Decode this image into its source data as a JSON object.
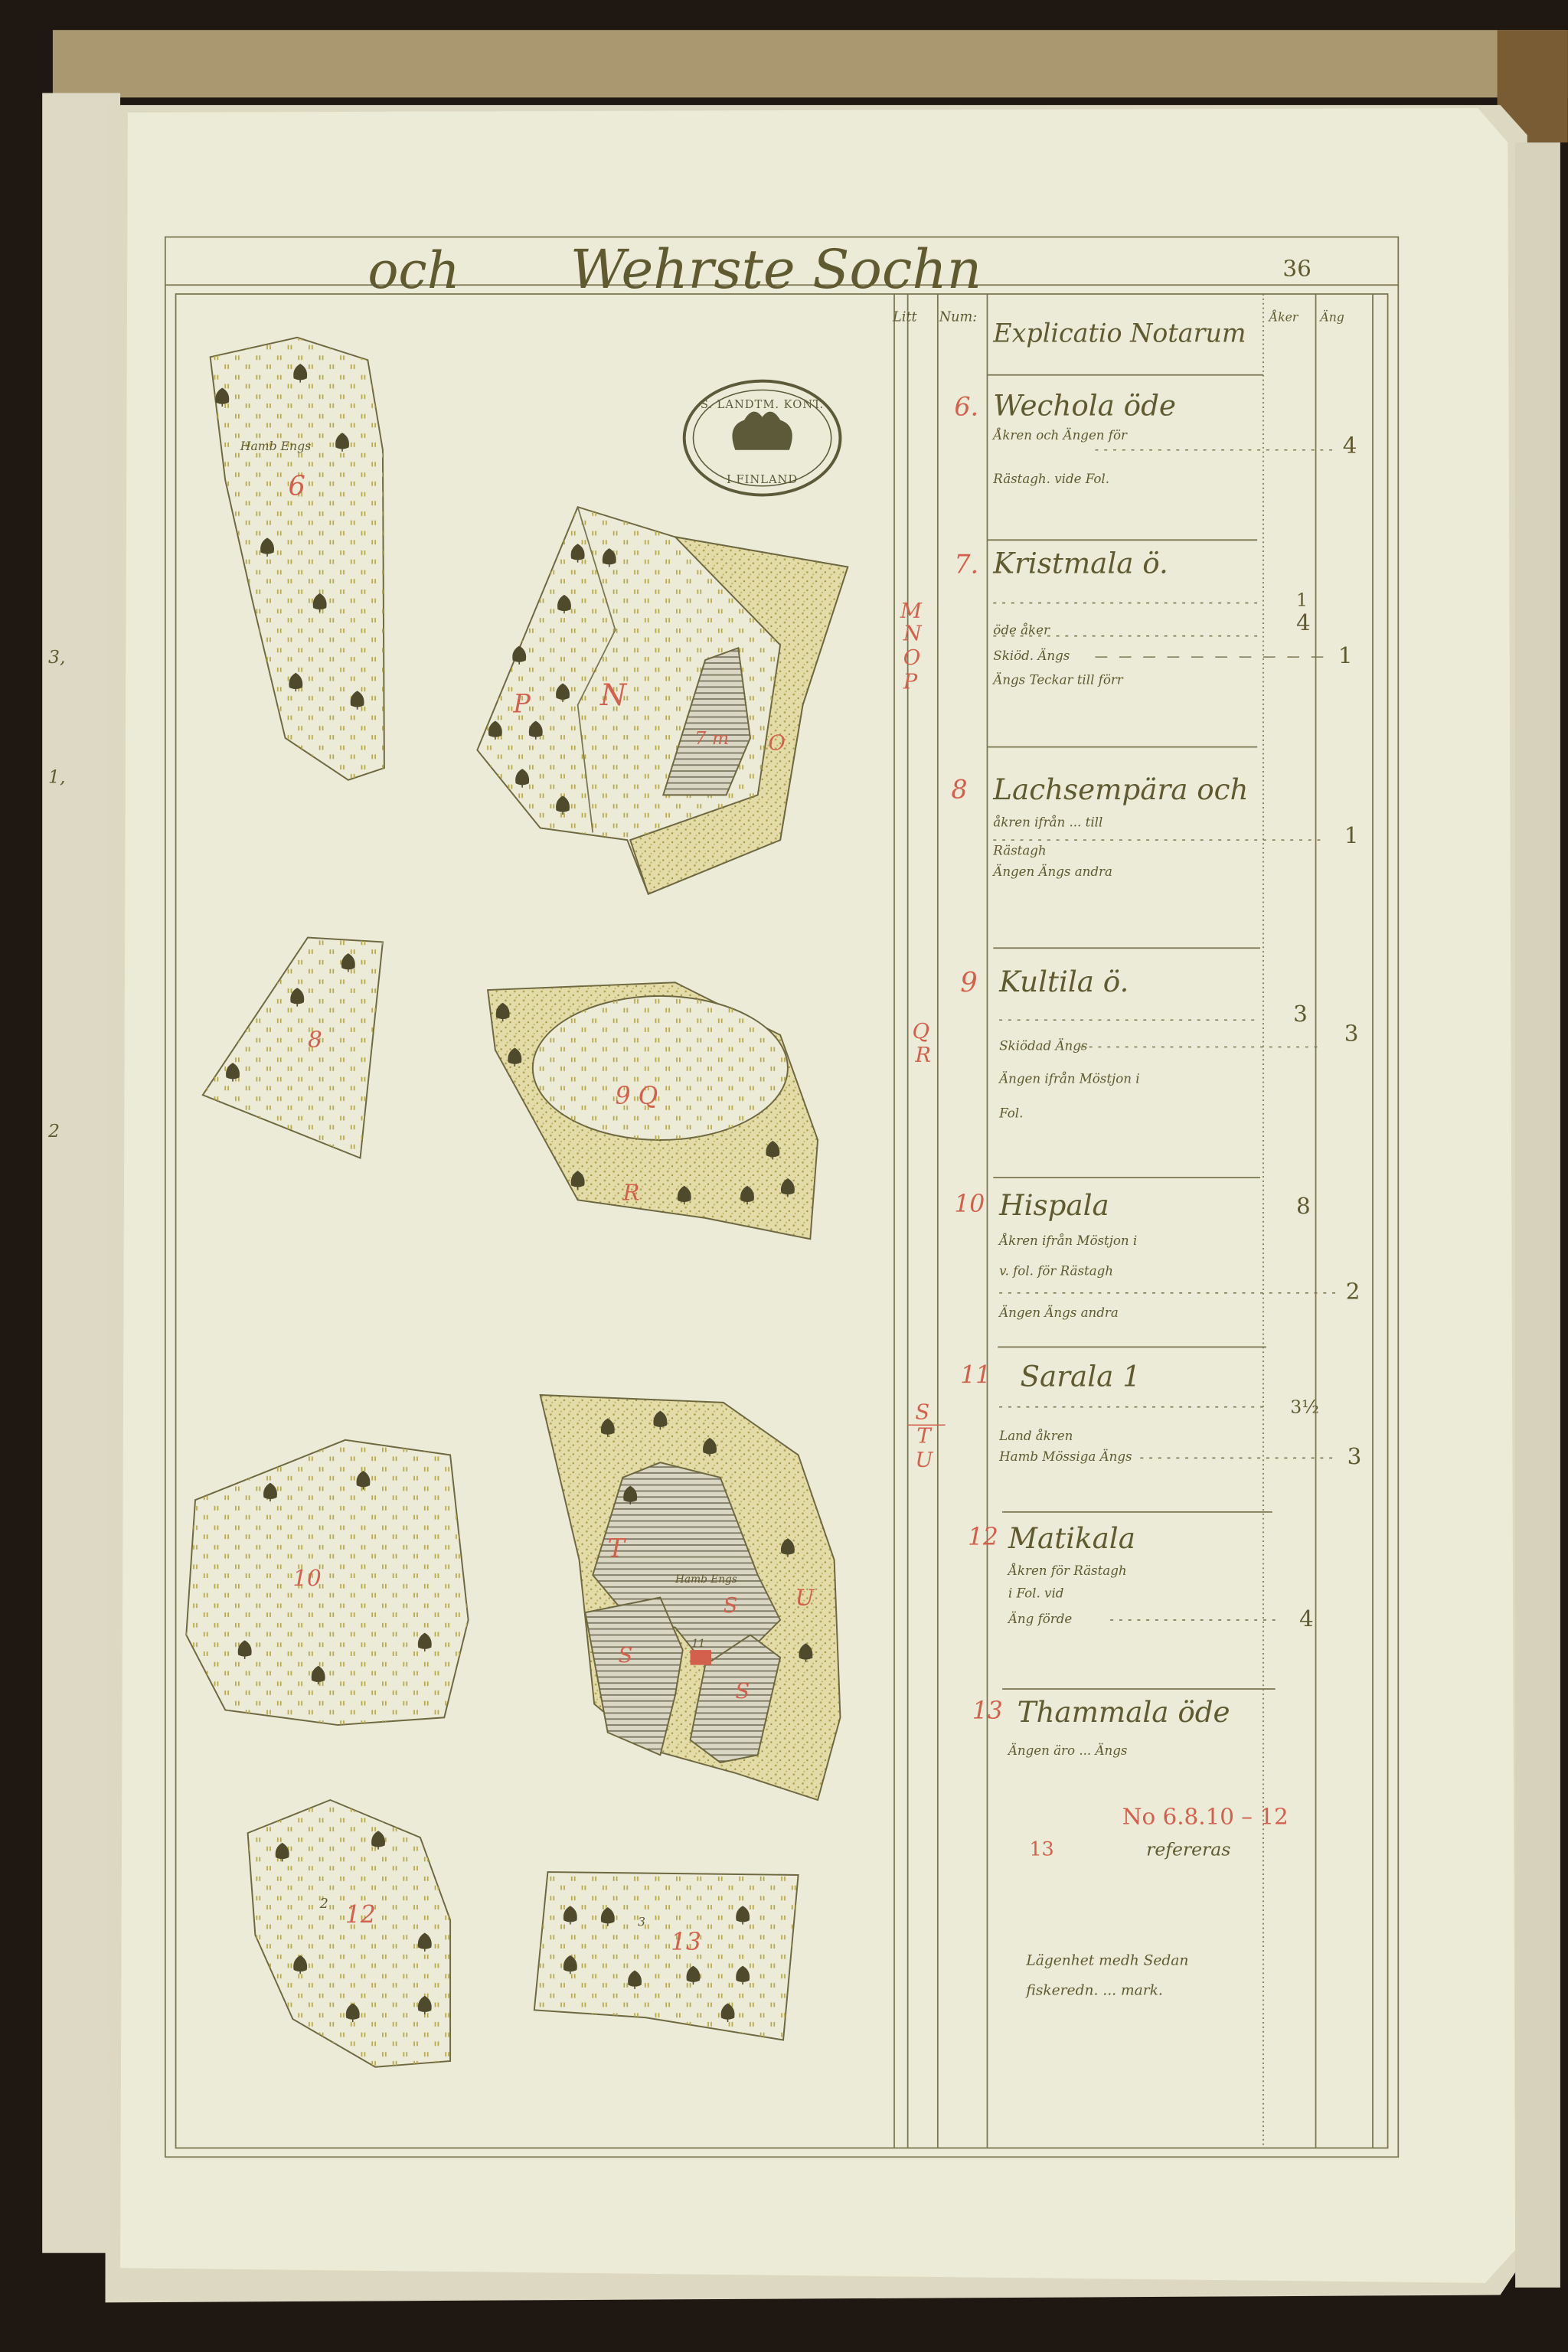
{
  "header": {
    "title_prefix": "och",
    "title_name": "Wehrste Sochn",
    "page_number": "36"
  },
  "stamp": {
    "top_text": "S. LANDTM. KONT.",
    "bottom_text": "I FINLAND"
  },
  "table": {
    "headers": {
      "litt": "Litt",
      "num": "Num:",
      "explicatio": "Explicatio Notarum",
      "col_a": "Åker",
      "col_b": "Äng"
    },
    "entries": [
      {
        "num": "6.",
        "name": "Wechola öde",
        "lines": [
          "Åkren och Ängen för",
          "Rästagh. vide Fol."
        ],
        "letters": [],
        "col_a": [],
        "col_b": [
          "4"
        ]
      },
      {
        "num": "7.",
        "name": "Kristmala ö.",
        "lines": [
          "öde åker",
          "Skiöd. Ängs",
          "Ängs Teckar till förr"
        ],
        "letters": [
          "M",
          "N",
          "O",
          "P"
        ],
        "col_a": [
          "1",
          "4"
        ],
        "col_b": [
          "1"
        ]
      },
      {
        "num": "8",
        "name": "Lachsempära och",
        "lines": [
          "åkren ifrån ... till",
          "Rästagh",
          "Ängen Ängs andra"
        ],
        "letters": [],
        "col_a": [],
        "col_b": [
          "1"
        ]
      },
      {
        "num": "9",
        "name": "Kultila ö.",
        "lines": [
          "Skiödad Ängs",
          "Ängen ifrån Möstjon i",
          "Fol."
        ],
        "letters": [
          "Q",
          "R"
        ],
        "col_a": [
          "3"
        ],
        "col_b": [
          "3"
        ]
      },
      {
        "num": "10",
        "name": "Hispala",
        "lines": [
          "Åkren ifrån Möstjon i",
          "v. fol.       för Rästagh",
          "Ängen Ängs andra"
        ],
        "letters": [],
        "col_a": [
          "8"
        ],
        "col_b": [
          "2"
        ]
      },
      {
        "num": "11",
        "name": "Sarala 1",
        "lines": [
          "Land åkren",
          "Hamb Mössiga Ängs"
        ],
        "letters": [
          "S",
          "T",
          "U"
        ],
        "col_a": [
          "3½"
        ],
        "col_b": [
          "3"
        ]
      },
      {
        "num": "12",
        "name": "Matikala",
        "lines": [
          "Åkren för Rästagh",
          "i Fol. vid",
          "Äng förde"
        ],
        "letters": [],
        "col_a": [
          "4"
        ],
        "col_b": []
      },
      {
        "num": "13",
        "name": "Thammala öde",
        "lines": [
          "Ängen äro ... Ängs"
        ],
        "ref_label": "No 6.8.10 – 12",
        "ref_num": "13",
        "ref_word": "refereras",
        "closing": [
          "Lägenhet medh Sedan",
          "fiskeredn. ... mark."
        ],
        "letters": [],
        "col_a": [],
        "col_b": []
      }
    ]
  },
  "map": {
    "parcel_labels": {
      "p6": "6",
      "p6_note": "Hamb Engs",
      "p7_p": "P",
      "p7_n": "N",
      "p7_o": "O",
      "p7_num": "7 m",
      "p8": "8",
      "p9": "9 Q",
      "p9_r": "R",
      "p10": "10",
      "p11_t": "T",
      "p11_s1": "S",
      "p11_s2": "S",
      "p11_s3": "S",
      "p11_u": "U",
      "p11_num": "11",
      "p11_note": "Hamb Engs",
      "p12": "12",
      "p12_small": "2",
      "p13": "13",
      "p13_small": "3"
    }
  },
  "margin_left": {
    "marks": [
      "3,",
      "1,",
      "2"
    ]
  },
  "colors": {
    "ink": "#5f5a30",
    "red_ink": "#d2604c",
    "paper": "#ebebd8",
    "sand": "#cbc080"
  }
}
